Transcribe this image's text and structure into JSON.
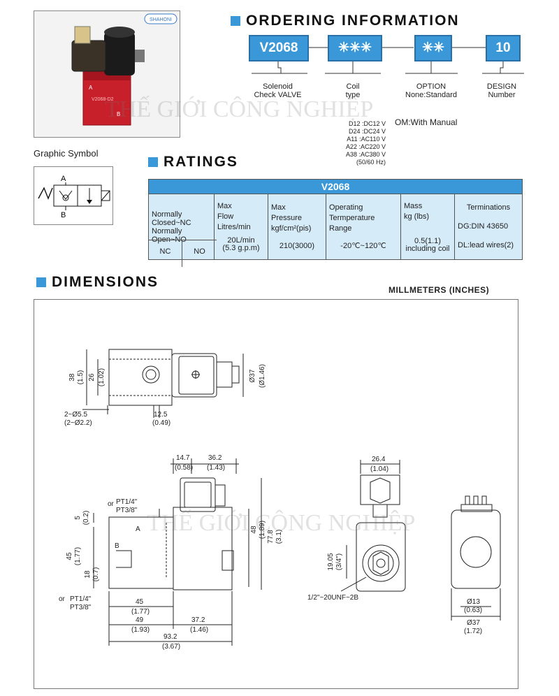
{
  "photo": {
    "brand": "SHAHONI",
    "label_a": "A",
    "label_b": "B",
    "model": "V2068-D2"
  },
  "ordering": {
    "title": "ORDERING INFORMATION",
    "codes": [
      {
        "text": "V2068",
        "caption_line1": "Solenoid",
        "caption_line2": "Check VALVE"
      },
      {
        "text": "✳✳✳",
        "caption_line1": "Coil",
        "caption_line2": "type"
      },
      {
        "text": "✳✳",
        "caption_line1": "OPTION",
        "caption_line2": "None:Standard"
      },
      {
        "text": "10",
        "caption_line1": "DESIGN",
        "caption_line2": "Number"
      }
    ],
    "coil_types": [
      "D12 :DC12 V",
      "D24 :DC24 V",
      "A11 :AC110 V",
      "A22 :AC220 V",
      "A38 :AC380 V",
      "(50/60 Hz)"
    ],
    "option_manual": "OM:With Manual"
  },
  "graphic_symbol": {
    "title": "Graphic Symbol",
    "port_a": "A",
    "port_b": "B"
  },
  "ratings": {
    "title": "RATINGS",
    "table_title": "V2068",
    "col1": [
      "Normally",
      "Closed~NC",
      "Normally",
      "Open~NO"
    ],
    "col2": [
      "Max",
      "Flow",
      "Litres/min"
    ],
    "col3": [
      "Max",
      "Pressure",
      "kgf/cm²(pis)"
    ],
    "col4": [
      "Operating",
      "Termperature",
      "Range"
    ],
    "col5": [
      "Mass",
      "kg (lbs)"
    ],
    "col6": [
      "Terminations",
      "DG:DIN 43650",
      "DL:lead wires(2)"
    ],
    "values": {
      "nc": "NC",
      "no": "NO",
      "flow": [
        "20L/min",
        "(5.3 g.p.m)"
      ],
      "pressure": "210(3000)",
      "temperature": "-20℃~120℃",
      "mass": [
        "0.5(1.1)",
        "including coil"
      ]
    }
  },
  "dimensions": {
    "title": "DIMENSIONS",
    "units": "MILLMETERS (INCHES)",
    "top_view": {
      "h38": "38",
      "h1_5": "(1.5)",
      "h26": "26",
      "h1_02": "(1.02)",
      "d37": "Ø37",
      "d1_46": "(Ø1.46)",
      "holes": "2~Ø5.5",
      "holes_in": "(2~Ø2.2)",
      "w12_5": "12.5",
      "w0_49": "(0.49)"
    },
    "front_view": {
      "w14_7": "14.7",
      "w0_58": "(0.58)",
      "w36_2": "36.2",
      "w1_43": "(1.43)",
      "port_top": "PT1/4\"",
      "port_top2": "PT3/8\"",
      "or1": "or",
      "h5": "5",
      "h0_2": "(0.2)",
      "h45": "45",
      "h1_77": "(1.77)",
      "h18": "18",
      "h0_7": "(0.7)",
      "h48": "48",
      "h1_89": "(1.89)",
      "h77_8": "77.8",
      "h3_1": "(3.1)",
      "port_b": "PT1/4\"",
      "port_b2": "PT3/8\"",
      "or2": "or",
      "lbl_a": "A",
      "lbl_b": "B",
      "w45": "45",
      "w1_77": "(1.77)",
      "w49": "49",
      "w1_93": "(1.93)",
      "w37_2": "37.2",
      "w1_46": "(1.46)",
      "w93_2": "93.2",
      "w3_67": "(3.67)"
    },
    "side_view": {
      "w26_4": "26.4",
      "w1_04": "(1.04)",
      "h19_05": "19.05",
      "h3_4": "(3/4\")",
      "thread": "1/2\"~20UNF~2B"
    },
    "coil_view": {
      "d13": "Ø13",
      "d0_63": "(0.63)",
      "d37": "Ø37",
      "d1_72": "(1.72)"
    }
  },
  "watermark": "THẾ GIỚI CÔNG NGHIỆP"
}
